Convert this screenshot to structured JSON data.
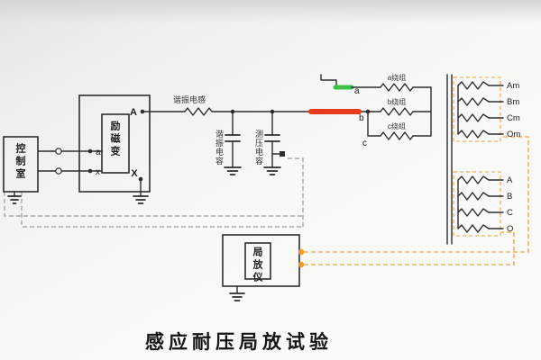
{
  "title": "感应耐压局放试验",
  "boxes": {
    "control_room": "控制室",
    "excitation_transformer": "励磁变",
    "pd_detector": "局放仪"
  },
  "components": {
    "resonant_inductor": "谐振电感",
    "resonant_capacitor": "谐振电容",
    "voltage_measuring_capacitor": "测压电容"
  },
  "excitation_terminals": {
    "hv_a": "A",
    "hv_x": "X",
    "lv_a": "a",
    "lv_x": "x"
  },
  "phases": {
    "a": "a",
    "b": "b",
    "c": "c"
  },
  "windings": {
    "a": "a绕组",
    "b": "b绕组",
    "c": "c绕组"
  },
  "secondary_terminals": {
    "measurement": [
      "Am",
      "Bm",
      "Cm",
      "Om"
    ],
    "main": [
      "A",
      "B",
      "C",
      "O"
    ]
  },
  "colors": {
    "wire": "#2d2d2d",
    "hv_lead": "#e63a1c",
    "test_lead": "#3bc24a",
    "pd_cable": "#f0a43c",
    "pd_terminal": "#ef9a2e",
    "control_cable": "#9b9b9b"
  }
}
